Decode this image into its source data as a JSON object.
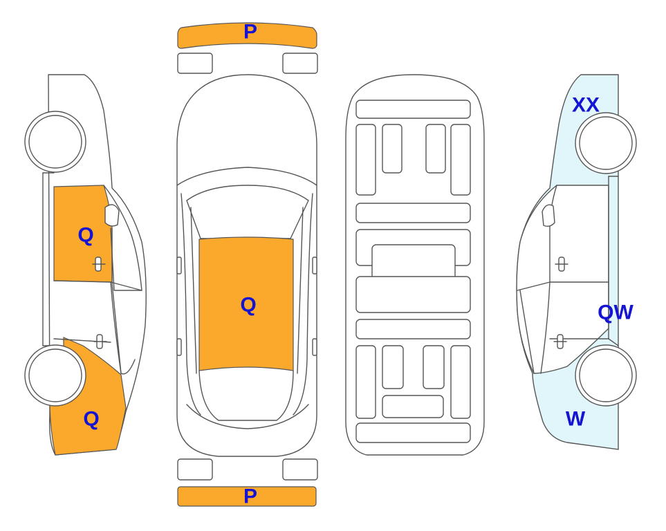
{
  "colors": {
    "orange": "#FBA92D",
    "lightblue": "#E1F6FB",
    "label": "#1414D2",
    "line": "#555555"
  },
  "labels": {
    "front_bumper": "P",
    "rear_bumper": "P",
    "left_front_door": "Q",
    "left_rear_quarter": "Q",
    "roof": "Q",
    "right_front_fender": "XX",
    "right_side_panel": "QW",
    "right_rear_quarter": "W"
  }
}
